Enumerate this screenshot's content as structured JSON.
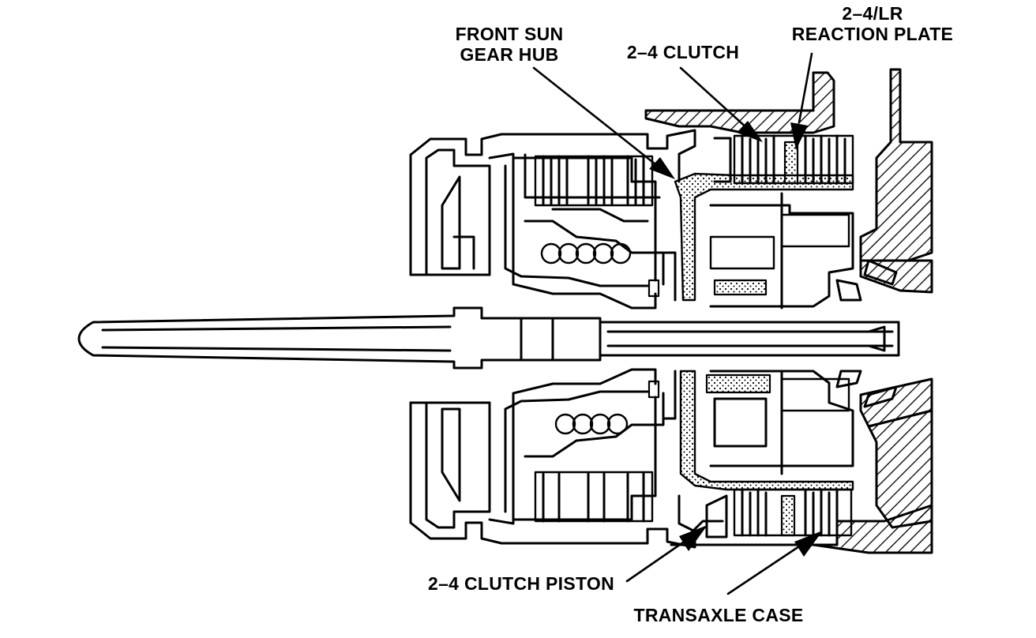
{
  "labels": {
    "front_sun_gear_hub": [
      "FRONT SUN",
      "GEAR HUB"
    ],
    "clutch_24": "2–4 CLUTCH",
    "reaction_plate": [
      "2–4/LR",
      "REACTION PLATE"
    ],
    "clutch_piston": "2–4 CLUTCH PISTON",
    "transaxle_case": "TRANSAXLE CASE"
  },
  "colors": {
    "ink": "#000000",
    "paper": "#ffffff"
  }
}
